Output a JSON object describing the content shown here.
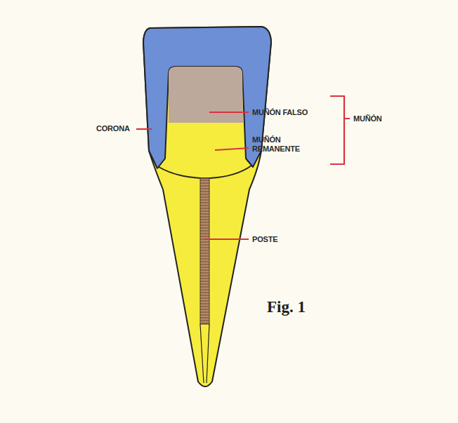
{
  "diagram": {
    "caption": "Fig. 1",
    "labels": [
      "CORONA",
      "MUÑÓN FALSO",
      "MUÑÓN REMANENTE",
      "MUÑÓN",
      "POSTE"
    ]
  }
}
